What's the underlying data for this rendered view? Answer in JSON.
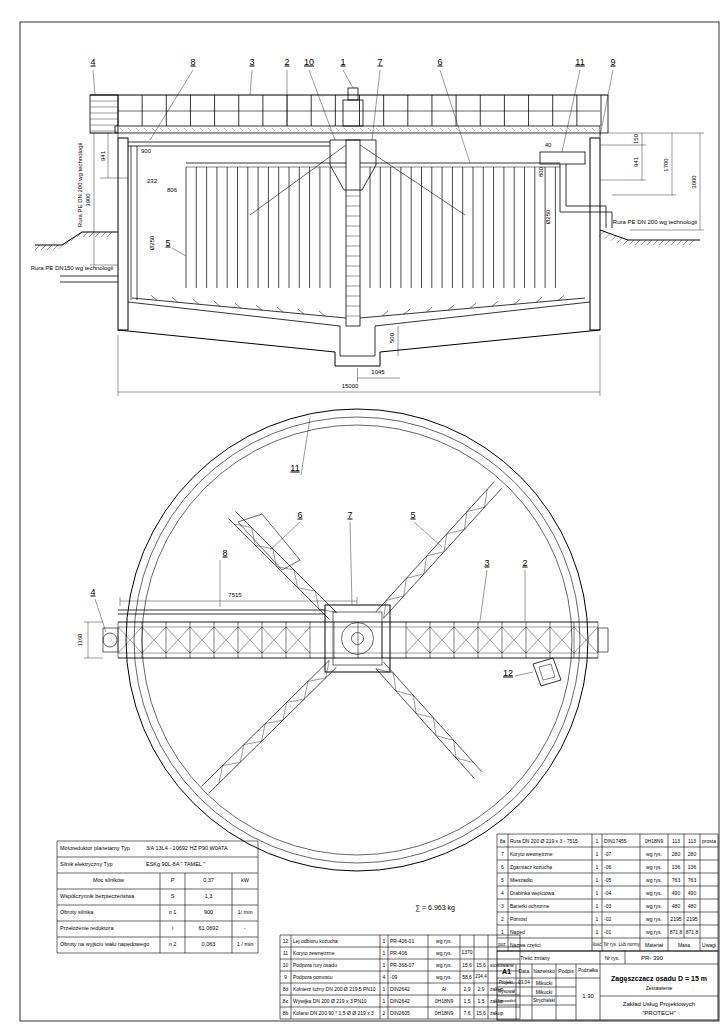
{
  "diagram": {
    "labels": [
      "4",
      "8",
      "3",
      "2",
      "10",
      "1",
      "7",
      "6",
      "11",
      "9",
      "5",
      "941",
      "900",
      "3900",
      "232",
      "806",
      "Ø250",
      "Rura PE DN 200 wg technologii",
      "Rura PE DN150 wg technologii",
      "40",
      "800",
      "Ø250",
      "Rura PE DN 200 wg technologii",
      "150",
      "941",
      "1700",
      "3000",
      "500",
      "1045",
      "15000",
      "11",
      "6",
      "7",
      "5",
      "8",
      "3",
      "2",
      "4",
      "7515",
      "1160",
      "12",
      "∑ = 6.963 kg",
      "Motoreduktor planetarny Typ",
      "3/A 13L4 - 10692 HZ P90 W0ATA",
      "Silnik elektryczny Typ",
      "ESKg 90L-8A \" TAMEL \"",
      "Moc silników",
      "P",
      "0,37",
      "kW",
      "Współczynnik bezpieczeństwa",
      "S",
      "1,3",
      "Obroty silnika",
      "n 1",
      "900",
      "1/ min",
      "Przełożenie reduktora",
      "i",
      "61 0692",
      "-",
      "Obroty na wyjściu wału napędowego",
      "n 2",
      "0,063",
      "1 / min",
      "12",
      "Lej odbioru kożucha",
      "1",
      "PR-406-01",
      "wg rys.",
      "11",
      "Koryto zewnętrzne",
      "1",
      "PR-406",
      "wg rys.",
      "1370",
      "10",
      "Podpora rury osadu",
      "1",
      "PR-368-07",
      "wg rys.",
      "15,6",
      "15,6",
      "stosowane",
      "9",
      "Podpora pomostu",
      "4",
      "-09",
      "wg rys.",
      "58,6",
      "234,4",
      "8d",
      "Kołnierz luźny DN 200 Ø 219,5 PN10",
      "1",
      "DIN2642",
      "Al",
      "2,9",
      "2,9",
      "zakup",
      "8c",
      "Wywijka DN 200 Ø 219 x 3 PN10",
      "1",
      "DIN2642",
      "0H18N9",
      "1,5",
      "1,5",
      "zakup",
      "8b",
      "Kolano DN 200 90 * 1,5 Ø Ø 219 x 3",
      "2",
      "DIN2605",
      "0H18N9",
      "7,6",
      "15,6",
      "zakup",
      "8a",
      "Rura DN 200 Ø 219 x 3 - 7515",
      "1",
      "DIN17455",
      "0H18N9",
      "113",
      "113",
      "prosta",
      "7",
      "Koryto wewnętrzne",
      "1",
      "-07",
      "wg rys.",
      "280",
      "280",
      "6",
      "Zgarniacz kożucha",
      "1",
      "-06",
      "wg rys.",
      "136",
      "136",
      "5",
      "Mieszadło",
      "1",
      "-05",
      "wg rys.",
      "763",
      "763",
      "4",
      "Drabinka wejściowa",
      "1",
      "-04",
      "wg rys.",
      "490",
      "490",
      "3",
      "Barierki ochronne",
      "1",
      "-03",
      "wg rys.",
      "480",
      "480",
      "2",
      "Pomost",
      "1",
      "-02",
      "wg rys.",
      "2195",
      "2195",
      "1",
      "Napęd",
      "1",
      "-01",
      "wg rys.",
      "871,8",
      "871,8",
      "poz.",
      "Nazwa części",
      "ilość",
      "Nr rys. Lub normy",
      "Materiał",
      "Masa",
      "Uwagi",
      "Treść zmiany",
      "Nr rys.",
      "PR- 390",
      "A1",
      "Data",
      "Nazwisko",
      "Podpis",
      "Podziałka",
      "Projekt.",
      "03.04",
      "Mikucki",
      "Rysował",
      "Mikucki",
      "Sprawdził",
      "Strychalski",
      "1:30",
      "Zagęszczacz osadu D = 15 m",
      "Zestawienie",
      "Zakład Usług Projektowych",
      "\"PROTECH\""
    ]
  }
}
